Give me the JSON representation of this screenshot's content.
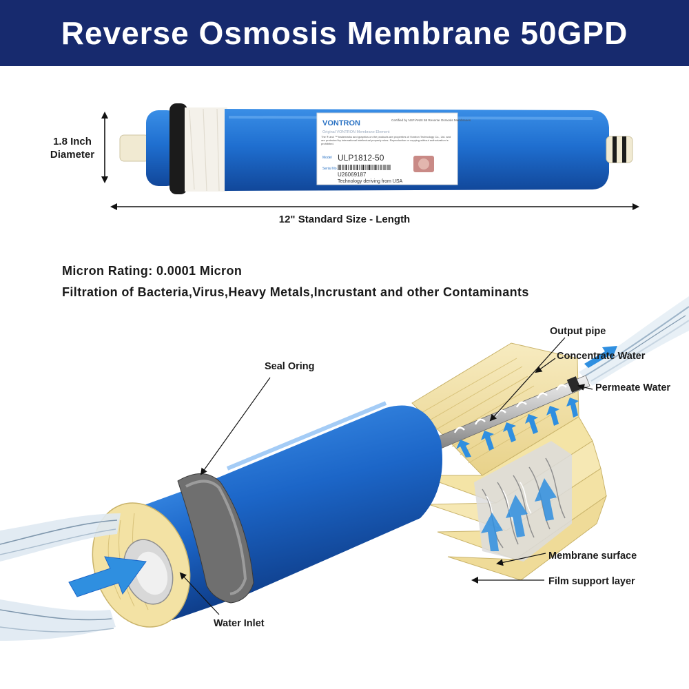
{
  "title": "Reverse Osmosis Membrane 50GPD",
  "dimensions": {
    "diameter_label": "1.8 Inch Diameter",
    "length_label": "12\" Standard Size - Length"
  },
  "product_label": {
    "brand": "VONTRON",
    "cert_text": "Certified by NSF/ANSI 58 Reverse Osmosis Membranes",
    "subtitle": "Original VONTRON Membrane Element",
    "legal_text": "The ® and ™ trademarks and graphics on the products are properties of Vontron Technology Co., Ltd. and are protected by international intellectual property rules. Reproduction or copying without authorization is prohibited.",
    "model_key": "Model",
    "model_value": "ULP1812-50",
    "serial_key": "Serial No.",
    "serial_value": "U26069187",
    "tagline": "Technology deriving from USA"
  },
  "specs": {
    "micron_rating": "Micron Rating: 0.0001 Micron",
    "filtration": "Filtration of Bacteria,Virus,Heavy Metals,Incrustant and other Contaminants"
  },
  "callouts": {
    "seal_oring": "Seal  Oring",
    "output_pipe": "Output pipe",
    "concentrate_water": "Concentrate Water",
    "permeate_water": "Permeate Water",
    "membrane_surface": "Membrane surface",
    "film_support_layer": "Film support layer",
    "water_inlet": "Water Inlet"
  },
  "colors": {
    "title_bar": "#172a6e",
    "membrane_blue": "#1f6fd0",
    "arrow_blue": "#2f8fe0",
    "membrane_yellow": "#f3e2a4",
    "seal_gray": "#6f6f6f"
  }
}
